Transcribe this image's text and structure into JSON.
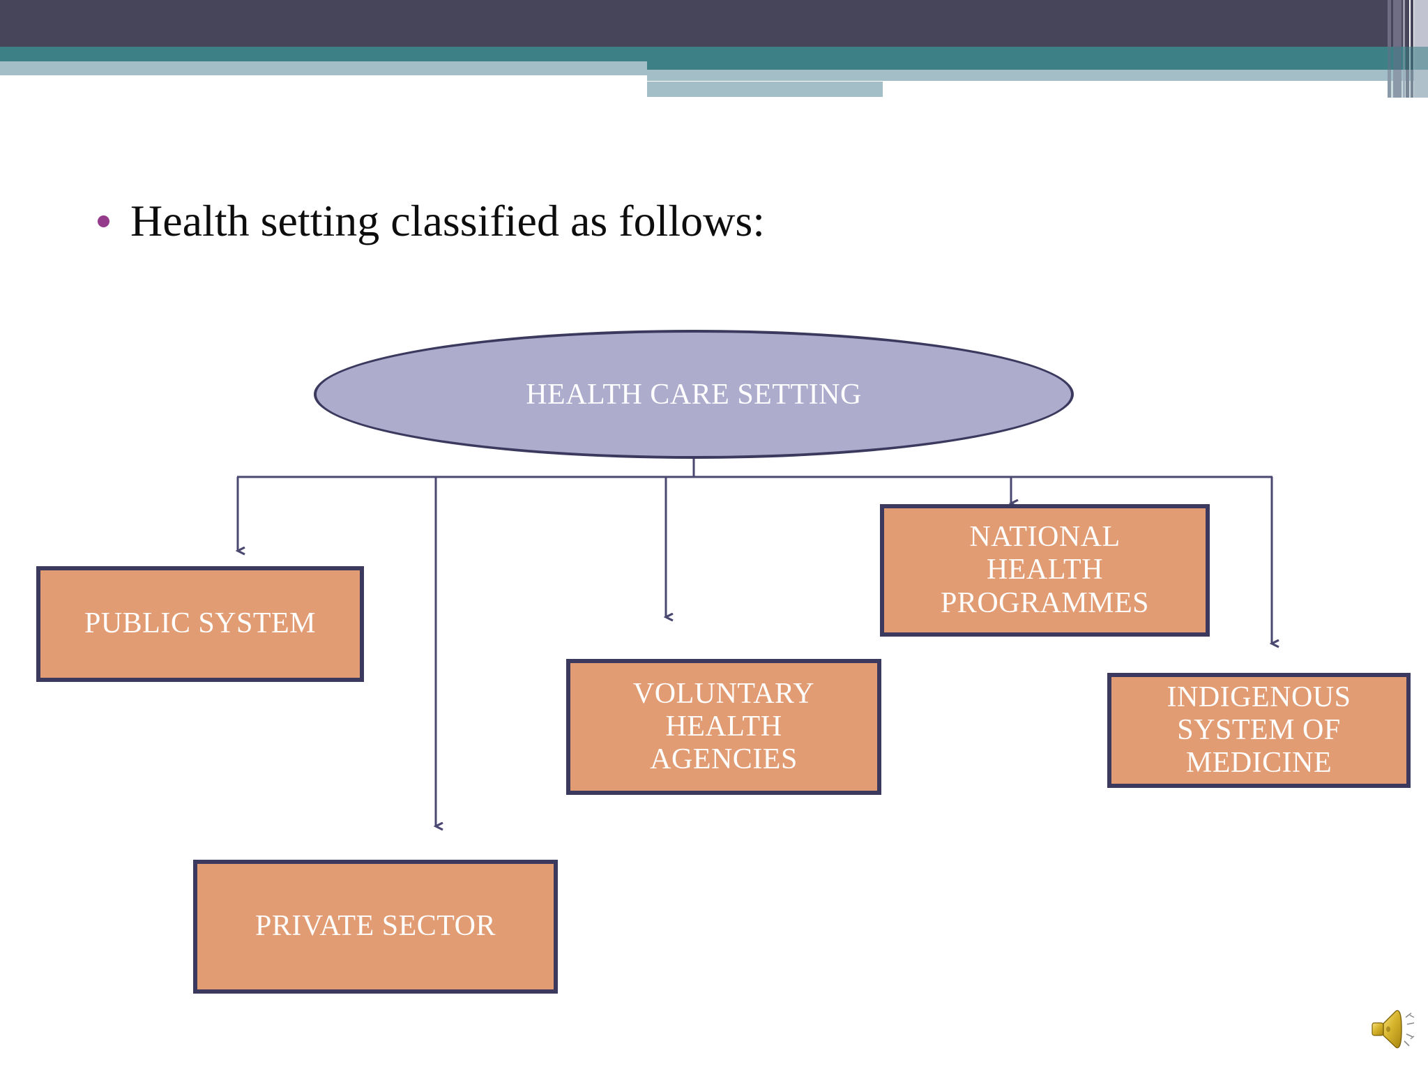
{
  "slide": {
    "title": "Health setting classified as follows:",
    "bullet_color": "#953b8c",
    "background": "#ffffff"
  },
  "theme": {
    "header_dark": "#474559",
    "header_teal": "#3d8086",
    "header_steel": "#a3bec6",
    "header_pale": "#c2c3d1",
    "node_border": "#3b3a5e",
    "ellipse_fill": "#aeaccd",
    "box_fill": "#e29c74",
    "node_text": "#ffffff"
  },
  "diagram": {
    "type": "hierarchy",
    "root": {
      "label": "HEALTH CARE SETTING",
      "shape": "ellipse"
    },
    "children": [
      {
        "label": "PUBLIC SYSTEM",
        "shape": "rectangle",
        "lines": [
          "PUBLIC SYSTEM"
        ]
      },
      {
        "label": "PRIVATE SECTOR",
        "shape": "rectangle",
        "lines": [
          "PRIVATE SECTOR"
        ]
      },
      {
        "label": "VOLUNTARY HEALTH AGENCIES",
        "shape": "rectangle",
        "lines": [
          "VOLUNTARY",
          "HEALTH",
          "AGENCIES"
        ]
      },
      {
        "label": "NATIONAL HEALTH PROGRAMMES",
        "shape": "rectangle",
        "lines": [
          "NATIONAL",
          "HEALTH",
          "PROGRAMMES"
        ]
      },
      {
        "label": "INDIGENOUS SYSTEM OF MEDICINE",
        "shape": "rectangle",
        "lines": [
          "INDIGENOUS",
          "SYSTEM OF",
          "MEDICINE"
        ]
      }
    ]
  },
  "media": {
    "audio_icon": "speaker-icon"
  }
}
